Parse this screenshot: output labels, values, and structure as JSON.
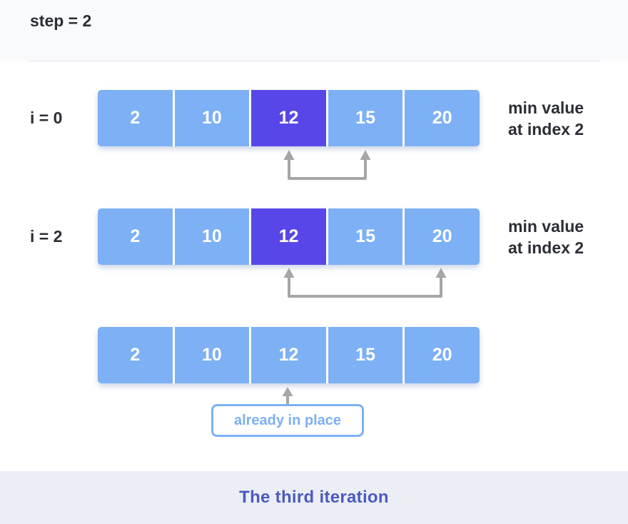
{
  "header": {
    "step": "step = 2"
  },
  "arrays": [
    {
      "label": "i = 0",
      "cells": [
        "2",
        "10",
        "12",
        "15",
        "20"
      ],
      "highlight_index": 2,
      "note": {
        "line1": "min value",
        "line2": "at index 2"
      },
      "arrow": {
        "from_index": 2,
        "to_index": 3
      }
    },
    {
      "label": "i = 2",
      "cells": [
        "2",
        "10",
        "12",
        "15",
        "20"
      ],
      "highlight_index": 2,
      "note": {
        "line1": "min value",
        "line2": "at index 2"
      },
      "arrow": {
        "from_index": 2,
        "to_index": 4
      }
    },
    {
      "label": "",
      "cells": [
        "2",
        "10",
        "12",
        "15",
        "20"
      ],
      "highlight_index": null,
      "callout": "already in place",
      "arrow": {
        "pointing_at_index": 2
      }
    }
  ],
  "footer": {
    "caption": "The third iteration"
  },
  "colors": {
    "cell": "#7DB0F5",
    "cell_highlight": "#5847E8",
    "cell_text": "#FFFFFF",
    "label_text": "#2B2E34",
    "arrow": "#A6A6A6",
    "callout_border": "#7DB0F5",
    "callout_text": "#7DB0F5",
    "footer_bg": "#ECEEF6",
    "footer_text": "#4B5BBF",
    "header_strip_bg": "#F9FAFC",
    "divider": "#E2E4E9"
  }
}
